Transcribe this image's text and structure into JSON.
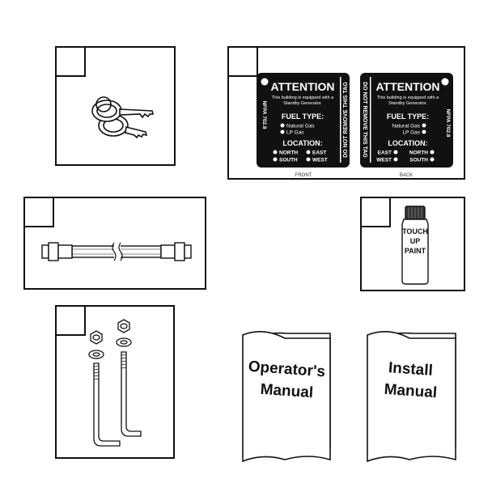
{
  "tag": {
    "attention": "ATTENTION",
    "subtitle_line1": "This building is equipped with a",
    "subtitle_line2": "Standby Generator.",
    "fuel_type": "FUEL TYPE:",
    "fuel_options": [
      "Natural Gas",
      "LP Gas"
    ],
    "location": "LOCATION:",
    "directions": [
      "NORTH",
      "EAST",
      "SOUTH",
      "WEST"
    ],
    "nfpa": "NFPA 702.8",
    "do_not_remove": "DO NOT REMOVE THIS TAG",
    "front_caption": "FRONT",
    "back_caption": "BACK"
  },
  "paint": {
    "line1": "TOUCH",
    "line2": "UP",
    "line3": "PAINT"
  },
  "manuals": {
    "operator_line1": "Operator's",
    "operator_line2": "Manual",
    "install_line1": "Install",
    "install_line2": "Manual"
  }
}
